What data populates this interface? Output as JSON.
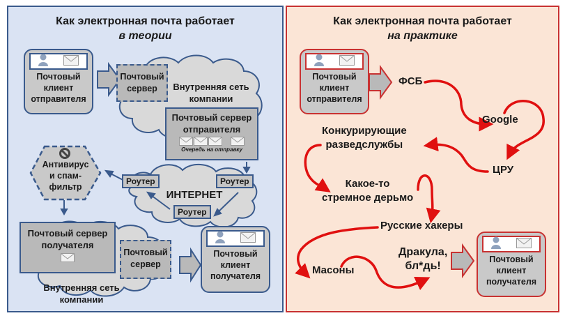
{
  "theory": {
    "title": "Как электронная почта работает",
    "subtitle": "в теории",
    "sender_client": [
      "Почтовый",
      "клиент",
      "отправителя"
    ],
    "company_network_top": "Внутренняя сеть компании",
    "company_network_top_lines": [
      "Внутренняя сеть",
      "компании"
    ],
    "mail_server_dashed_top": [
      "Почтовый",
      "сервер"
    ],
    "sender_mail_server": [
      "Почтовый сервер",
      "отправителя"
    ],
    "queue_label": "Очередь на отправку",
    "queue_envelopes": 4,
    "antivirus": [
      "Антивирус",
      "и спам-",
      "фильтр"
    ],
    "internet_label": "ИНТЕРНЕТ",
    "router_label": "Роутер",
    "recipient_mail_server": [
      "Почтовый сервер",
      "получателя"
    ],
    "mail_server_dashed_bottom": [
      "Почтовый",
      "сервер"
    ],
    "company_network_bottom_lines": [
      "Внутренняя сеть",
      "компании"
    ],
    "recipient_client": [
      "Почтовый",
      "клиент",
      "получателя"
    ]
  },
  "practice": {
    "title": "Как электронная почта работает",
    "subtitle": "на практике",
    "sender_client": [
      "Почтовый",
      "клиент",
      "отправителя"
    ],
    "nodes": {
      "fsb": "ФСБ",
      "google": "Google",
      "cia": "ЦРУ",
      "competing": [
        "Конкурирующие",
        "разведслужбы"
      ],
      "shady": [
        "Какое-то",
        "стремное дерьмо"
      ],
      "hackers": "Русские хакеры",
      "masons": "Масоны",
      "dracula": [
        "Дракула,",
        "бл*дь!"
      ]
    },
    "recipient_client": [
      "Почтовый",
      "клиент",
      "получателя"
    ]
  },
  "colors": {
    "theory_bg": "#dae3f3",
    "theory_border": "#3a5a8c",
    "practice_bg": "#fbe5d6",
    "practice_border": "#c83232",
    "arrow_red": "#e01010",
    "box_gray": "#b9b9b9",
    "cloud_gray": "#d9d9d9"
  }
}
